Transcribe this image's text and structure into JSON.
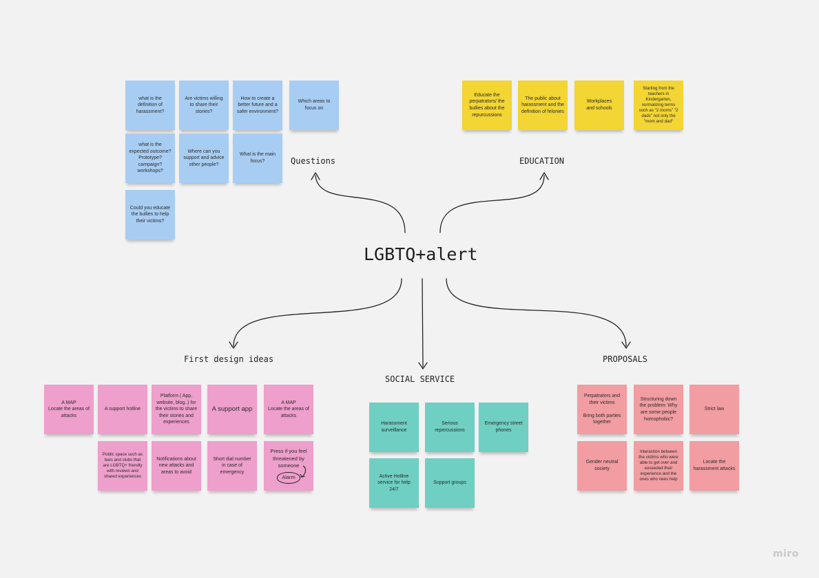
{
  "board": {
    "title": "LGBTQ+alert",
    "logo": "miro",
    "colors": {
      "background": "#f2f2f2",
      "blue_note": "#a8cdf3",
      "yellow_note": "#f3d533",
      "pink_note": "#ee9fcb",
      "teal_note": "#6fcfc2",
      "red_note": "#f19da2",
      "connector": "#222222"
    }
  },
  "groups": {
    "questions": {
      "label": "Questions",
      "notes": [
        "what is the definition of harassment?",
        "Are victims willing to share their stories?",
        "How to create a better future and a safer environment?",
        "Which areas to focus on",
        "what is the expected outcome? Prototype? campaign? workshops?",
        "Where can you support and advice other people?",
        "What is the main focus?",
        "Could you educate the bullies to help their victims?"
      ]
    },
    "education": {
      "label": "EDUCATION",
      "notes": [
        "Educate the perpatrators/ the bullies about the repurcussions",
        "The public about harassment and the definition of felonies",
        "Workplaces\nand schools",
        "Starting from the teachers in Kindergarten, normalizing terms such as \"2 moms\" \"2 dads\" not only the \"mom and dad\""
      ]
    },
    "design": {
      "label": "First design ideas",
      "notes": [
        "A MAP\nLocate the areas of attacks",
        "A support hotline",
        "Platform ( App, website, blog..) for the victims to share their stories and experiences",
        "A support app",
        "A MAP\nLocate the areas of attacks",
        "Public space such as bars and clubs that are LGBTQ+ friendly with reviews and shared experiences",
        "Notifications about new attacks and areas to avoid",
        "Short dial number in case of emergency",
        "Press if you feel threatened by someone"
      ],
      "alarm_label": "Alarm"
    },
    "social": {
      "label": "SOCIAL SERVICE",
      "notes": [
        "Harassment surveillance",
        "Serious repercussions",
        "Emergency street phones",
        "Active Hotline service for help 24/7",
        "Support groups"
      ]
    },
    "proposals": {
      "label": "PROPOSALS",
      "notes": [
        "Perpatrators and their victims\n\nBring both parties together",
        "Structuring down the problem: Why are some people homophobic?",
        "Strict law",
        "Gender neutral society",
        "Interaction between the victims who were able to get over and exceeded their experience and the ones who nees help",
        "Locate the harassment attacks"
      ]
    }
  }
}
